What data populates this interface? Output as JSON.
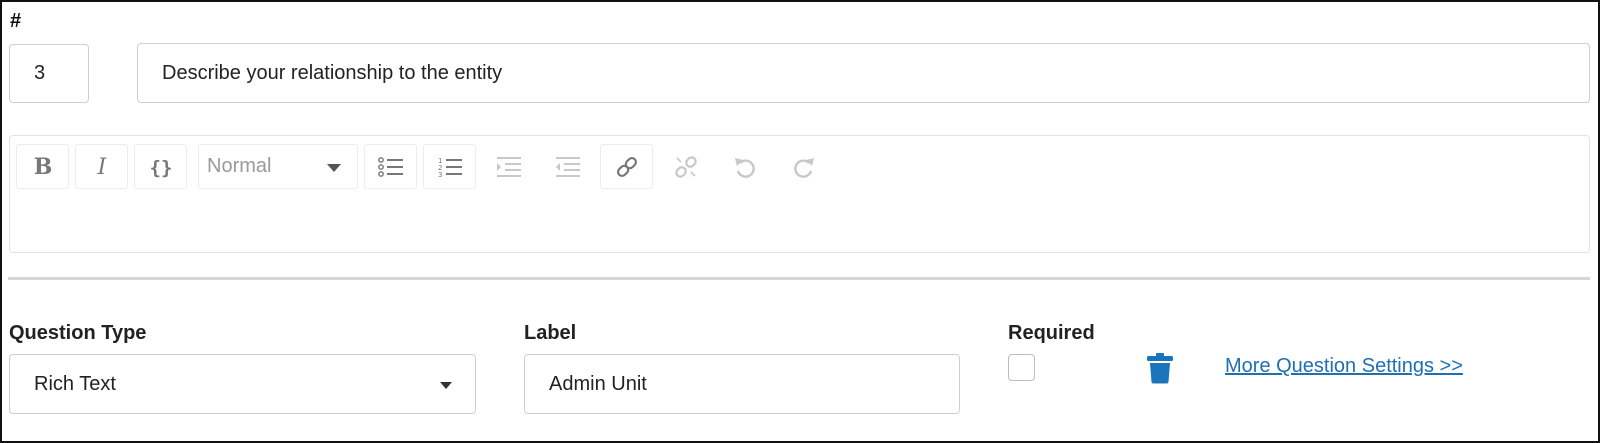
{
  "header": {
    "hash_label": "#"
  },
  "question": {
    "number": "3",
    "text": "Describe your relationship to the entity"
  },
  "toolbar": {
    "buttons": [
      {
        "name": "bold",
        "icon": "bold-icon"
      },
      {
        "name": "italic",
        "icon": "italic-icon"
      },
      {
        "name": "code",
        "icon": "code-braces-icon"
      },
      {
        "name": "bulleted-list",
        "icon": "bulleted-list-icon"
      },
      {
        "name": "numbered-list",
        "icon": "numbered-list-icon"
      },
      {
        "name": "indent",
        "icon": "indent-icon",
        "disabled": true
      },
      {
        "name": "outdent",
        "icon": "outdent-icon",
        "disabled": true
      },
      {
        "name": "link",
        "icon": "link-icon"
      },
      {
        "name": "unlink",
        "icon": "unlink-icon",
        "disabled": true
      },
      {
        "name": "undo",
        "icon": "undo-icon",
        "disabled": true
      },
      {
        "name": "redo",
        "icon": "redo-icon",
        "disabled": true
      }
    ],
    "style_select": "Normal"
  },
  "settings": {
    "question_type_label": "Question Type",
    "question_type_value": "Rich Text",
    "label_label": "Label",
    "label_value": "Admin Unit",
    "required_label": "Required",
    "required_checked": false,
    "more_settings_link": "More Question Settings >>"
  },
  "colors": {
    "link": "#1f6fb3",
    "trash_icon": "#1b75bb",
    "disabled_icon": "#c8c8c8"
  }
}
